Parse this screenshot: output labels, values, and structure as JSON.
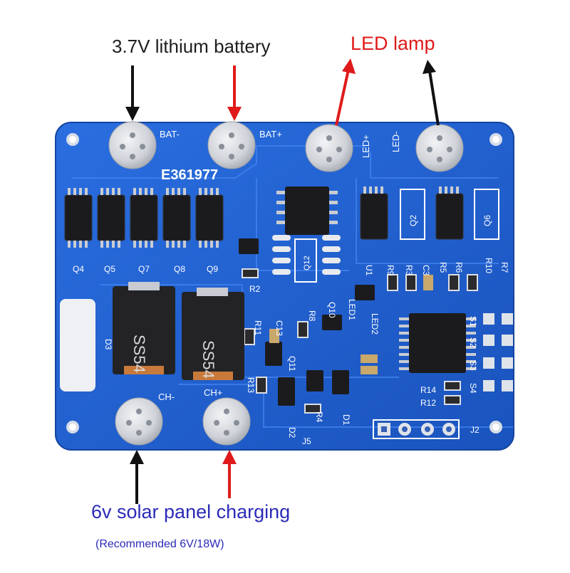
{
  "labels": {
    "battery": "3.7V lithium battery",
    "led": "LED lamp",
    "solar": "6v solar panel charging",
    "recommended": "(Recommended 6V/18W)"
  },
  "board": {
    "model": "E361977",
    "pads": {
      "bat_minus": "BAT-",
      "bat_plus": "BAT+",
      "led_plus": "LED+",
      "led_minus": "LED-",
      "ch_minus": "CH-",
      "ch_plus": "CH+"
    },
    "parts": {
      "q4": "Q4",
      "q5": "Q5",
      "q7": "Q7",
      "q8": "Q8",
      "q9": "Q9",
      "d3": "D3",
      "ss54": "SS54",
      "r2": "R2",
      "r11": "R11",
      "r8": "R8",
      "r13": "R13",
      "r4": "R4",
      "c13": "C13",
      "q12": "Q12",
      "q10": "Q10",
      "q11": "Q11",
      "d2": "D2",
      "j5": "J5",
      "j2": "J2",
      "r9": "R9",
      "r3": "R3",
      "c3": "C3",
      "r5": "R5",
      "r6": "R6",
      "r10": "R10",
      "r7": "R7",
      "s1": "S1",
      "s2": "S2",
      "s3": "S3",
      "s4": "S4",
      "r14": "R14",
      "r12": "R12",
      "u1": "U1",
      "q2": "Q2",
      "q6": "Q6",
      "led1": "LED1",
      "led2": "LED2",
      "d1": "D1"
    }
  },
  "colors": {
    "board": "#1f5fd0",
    "pad": "#d8dadf",
    "arrow_black": "#111111",
    "arrow_red": "#e01a1a",
    "blue_text": "#2b2bb8"
  }
}
